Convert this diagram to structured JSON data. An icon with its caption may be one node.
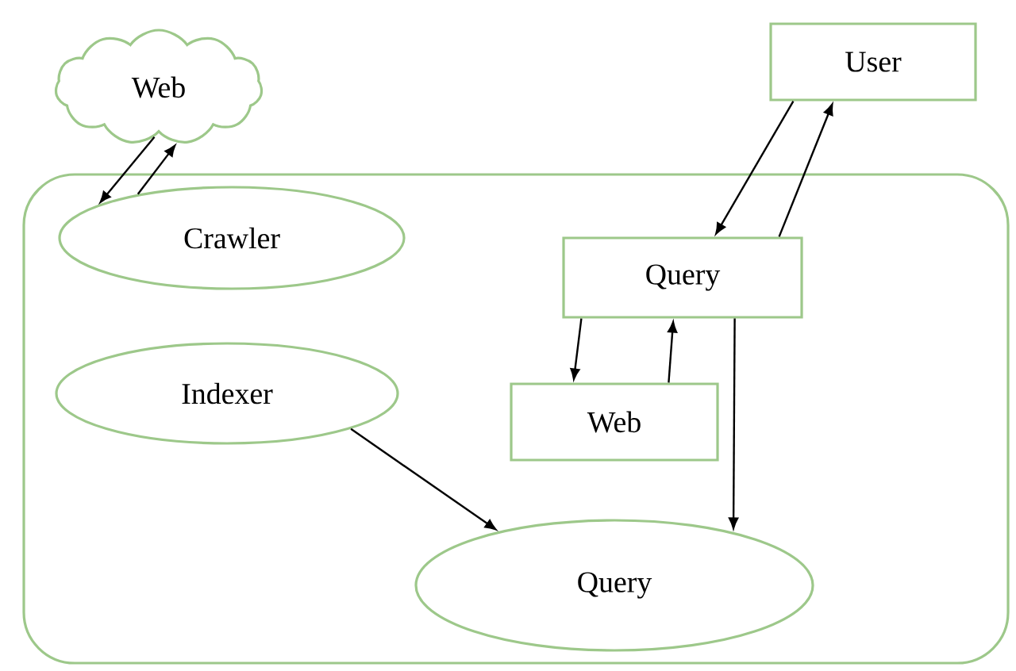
{
  "diagram": {
    "nodes": [
      {
        "text": [
          "Web"
        ]
      },
      {
        "text": [
          "User"
        ]
      },
      {
        "text": [],
        "shape": "box"
      },
      {
        "text": [
          "Crawler"
        ],
        "in": 2
      },
      {
        "text": [
          "Query"
        ],
        "in": 2
      },
      {
        "text": [
          "Indexer"
        ],
        "in": 2
      },
      {
        "text": [
          "Web"
        ],
        "in": 2
      },
      {
        "text": [
          "Query"
        ],
        "in": 2
      }
    ],
    "edges": [
      {
        "from": 0,
        "to": 3,
        "arrow": "to"
      },
      {
        "from": 3,
        "to": 0,
        "arrow": "to"
      },
      {
        "from": 1,
        "to": 4,
        "arrow": "to"
      },
      {
        "from": 4,
        "to": 1,
        "arrow": "to"
      },
      {
        "from": 4,
        "to": 6,
        "arrow": "to"
      },
      {
        "from": 6,
        "to": 4,
        "arrow": "to"
      },
      {
        "from": 5,
        "to": 7,
        "arrow": "to"
      },
      {
        "from": 4,
        "to": 7,
        "arrow": "to"
      }
    ]
  }
}
